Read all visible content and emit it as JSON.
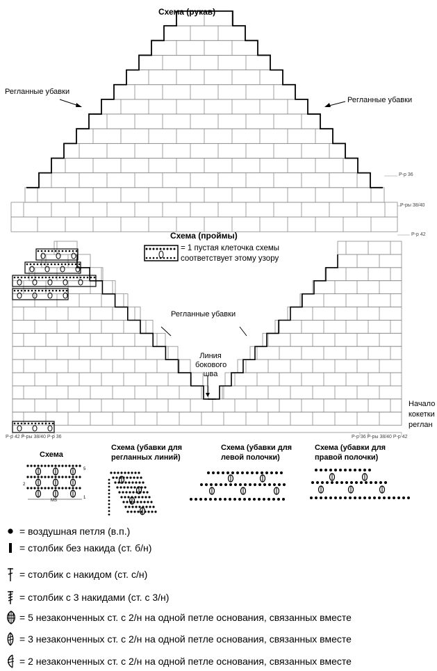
{
  "sleeve": {
    "title": "Схема (рукав)",
    "raglan_left": "Регланные убавки",
    "raglan_right": "Регланные убавки",
    "size1": "Р-р 36",
    "size2": "Р-ры 38/40",
    "size3": "Р-р 42"
  },
  "armhole": {
    "title": "Схема (проймы)",
    "legend_text1": "= 1 пустая клеточка схемы",
    "legend_text2": "соответствует этому узору",
    "raglan": "Регланные убавки",
    "side_line1": "Линия",
    "side_line2": "бокового",
    "side_line3": "шва",
    "start1": "Начало",
    "start2": "кокетки",
    "start3": "реглан",
    "left_sizes": "Р-р 42 Р-ры 38/40 Р-р 36",
    "right_sizes": "Р-р 36 Р-ры 38/40 Р-р 42"
  },
  "small_schemes": {
    "s1": "Схема",
    "s2a": "Схема (убавки для",
    "s2b": "регланных линий)",
    "s3a": "Схема (убавки для",
    "s3b": "левой полочки)",
    "s4a": "Схема (убавки для",
    "s4b": "правой полочки)",
    "ms": "MS",
    "r1": "1",
    "r2": "2",
    "r5": "5"
  },
  "legend": [
    {
      "icon": "dot-icon",
      "text": "= воздушная петля (в.п.)"
    },
    {
      "icon": "bar-icon",
      "text": "= столбик без накида (ст. б/н)"
    },
    {
      "icon": "dc-icon",
      "text": "= столбик с накидом (ст. с/н)"
    },
    {
      "icon": "tr3-icon",
      "text": "= столбик с 3 накидами (ст. с 3/н)"
    },
    {
      "icon": "cluster5-icon",
      "text": "= 5 незаконченных ст. с 2/н на одной петле основания, связанных вместе"
    },
    {
      "icon": "cluster3-icon",
      "text": "= 3 незаконченных ст. с 2/н на одной петле основания, связанных вместе"
    },
    {
      "icon": "cluster2-icon",
      "text": "= 2 незаконченных ст. с 2/н на одной петле основания, связанных вместе"
    }
  ]
}
